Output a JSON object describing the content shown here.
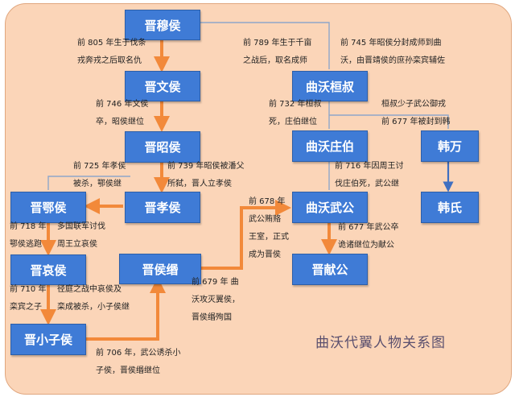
{
  "title": "曲沃代翼人物关系图",
  "nodes": {
    "jin_mu": "晋穆侯",
    "jin_wen": "晋文侯",
    "jin_zhao": "晋昭侯",
    "jin_xiao": "晋孝侯",
    "jin_e": "晋鄂侯",
    "jin_ai": "晋哀侯",
    "jin_min": "晋侯缗",
    "jin_xiaozi": "晋小子侯",
    "quwo_huan": "曲沃桓叔",
    "quwo_zhuang": "曲沃庄伯",
    "quwo_wu": "曲沃武公",
    "jin_xian": "晋献公",
    "han_wan": "韩万",
    "han_shi": "韩氏"
  },
  "notes": {
    "n805": [
      "前 805 年生于伐条",
      "戎奔戎之后取名仇"
    ],
    "n746": [
      "前 746 年文侯",
      "卒，昭侯继位"
    ],
    "n739": [
      "前 739 年昭侯被潘父",
      "所弑，晋人立孝侯"
    ],
    "n725": [
      "前 725 年孝侯",
      "被杀，鄂侯继"
    ],
    "n718": [
      "前 718 年",
      "鄂侯逃跑"
    ],
    "n718b": [
      "多国联军讨伐",
      "周王立哀侯"
    ],
    "n710": [
      "前 710 年",
      "栾宾之子"
    ],
    "n710b": [
      "径庭之战中哀侯及",
      "栾成被杀，小子侯继"
    ],
    "n706": [
      "前 706 年，武公诱杀小",
      "子侯，晋侯缗继位"
    ],
    "n679": [
      "前 679 年 曲",
      "沃攻灭翼侯，",
      "晋侯缗殉国"
    ],
    "n678": [
      "前 678 年",
      "武公贿赂",
      "王室，正式",
      "成为晋侯"
    ],
    "n789": [
      "前 789 年生于千亩",
      "之战后，取名成师"
    ],
    "n745": [
      "前 745 年昭侯分封成师到曲",
      "沃，由晋靖侯的庶孙栾宾辅佐"
    ],
    "n732": [
      "前 732 年桓叔",
      "死，庄伯继位"
    ],
    "n716": [
      "前 716 年因周王讨",
      "伐庄伯死，武公继"
    ],
    "n677": [
      "前 677 年武公卒",
      "诡诸继位为献公"
    ],
    "nhan": [
      "桓叔少子武公御戎",
      "前 677 年被封到韩"
    ]
  }
}
